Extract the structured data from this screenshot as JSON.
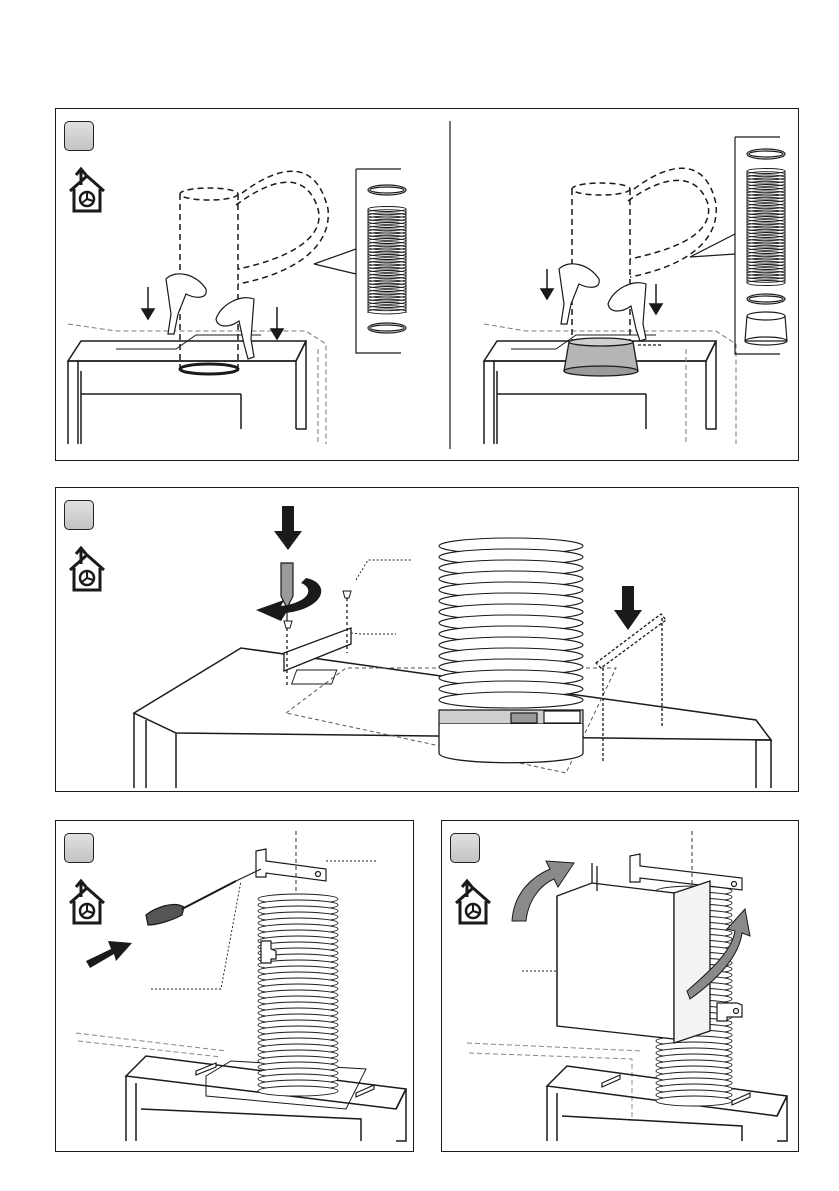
{
  "page": {
    "steps": [
      {
        "number": "",
        "panel": "panel-1"
      },
      {
        "number": "",
        "panel": "panel-2"
      },
      {
        "number": "",
        "panel": "panel-3"
      },
      {
        "number": "",
        "panel": "panel-4"
      }
    ],
    "icons": {
      "mode_icon": "house-ducted-extraction-icon",
      "arrow": "down-arrow-icon",
      "screwdriver": "screwdriver-icon",
      "clamp": "hose-clamp-icon",
      "hose": "flexible-duct-icon",
      "adapter": "duct-adapter-icon",
      "bracket": "mounting-bracket-icon",
      "chimney": "chimney-cover-icon",
      "curved_arrow": "curved-arrow-icon"
    },
    "colors": {
      "line": "#1a1a1a",
      "arrow_fill": "#222222",
      "curved_arrow_fill": "#8a8a8a",
      "step_box": "#cfcfcf"
    }
  }
}
